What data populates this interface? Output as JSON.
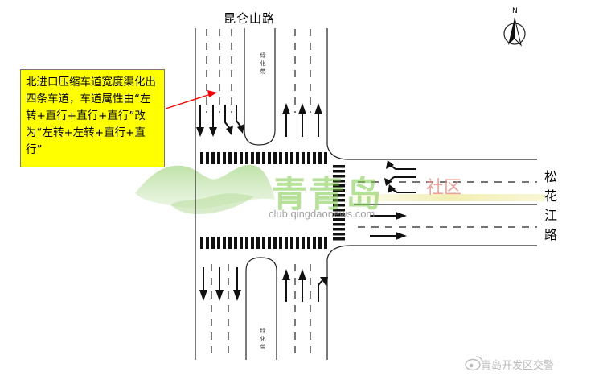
{
  "north_label": "N",
  "roads": {
    "north_name": "昆仑山路",
    "east_name": "松花江路",
    "median_label": "绿化带"
  },
  "annotation": {
    "text": "北进口压缩车道宽度渠化出四条车道，车道属性由“左转+直行+直行+直行”改为“左转+左转+直行+直行”"
  },
  "watermark": {
    "chinese": "青青岛",
    "suffix": "社区",
    "url": "club.qingdaonews.com"
  },
  "credit": {
    "text": "青岛开发区交警"
  },
  "colors": {
    "annotation_bg": "#ffff00",
    "pointer_arrow": "#ff0000",
    "watermark_green": "#78c846"
  }
}
